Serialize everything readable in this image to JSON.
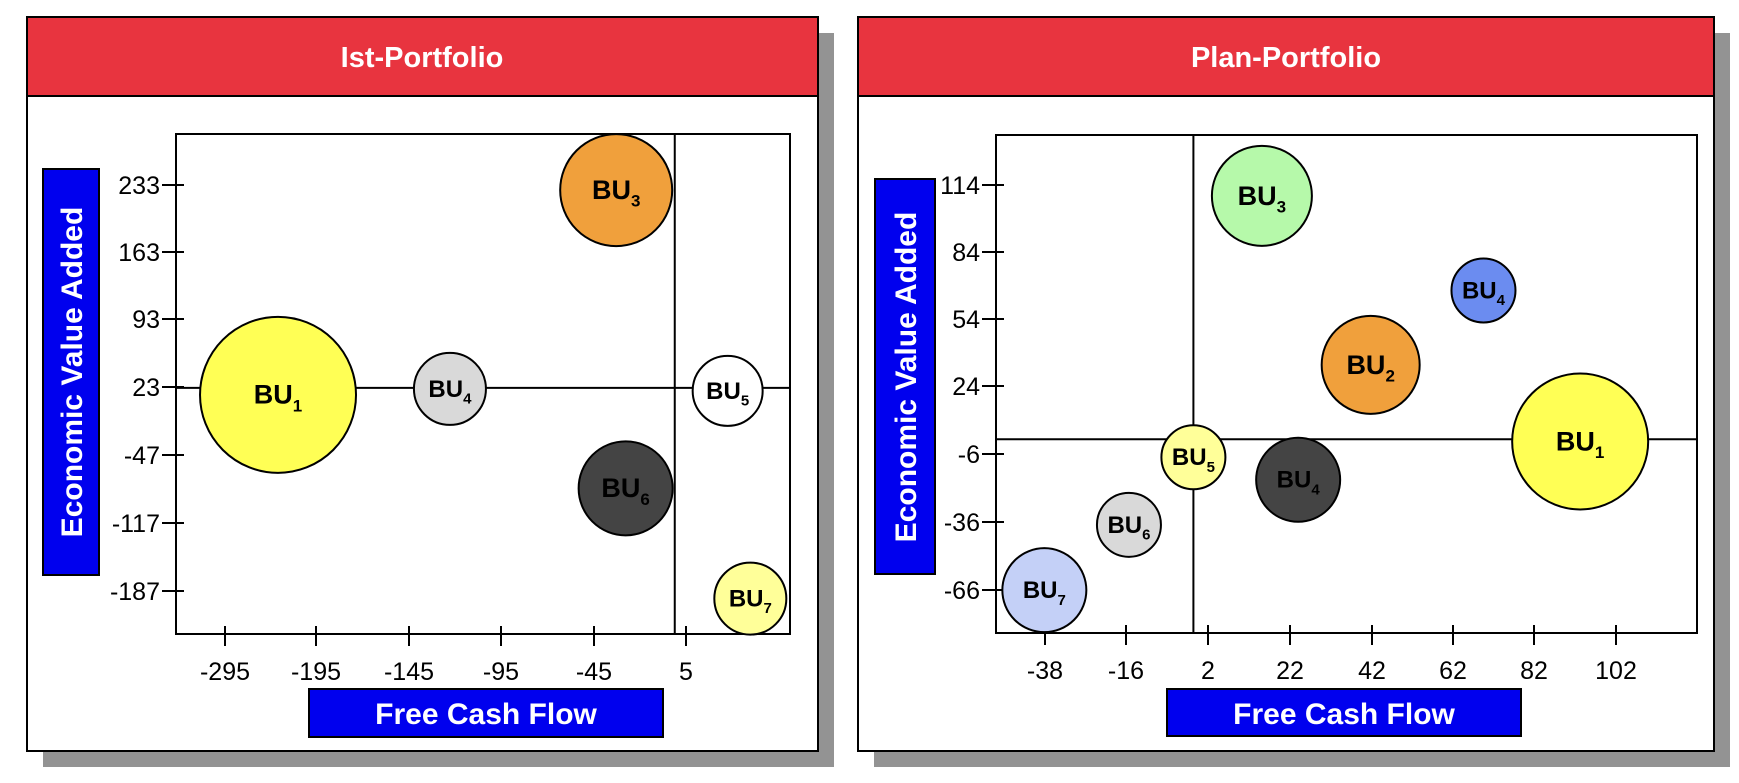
{
  "colors": {
    "header": "#e8343f",
    "axis_box": "#0000ee",
    "shadow": "#939393"
  },
  "chart_data": [
    {
      "type": "scatter",
      "subtype": "bubble",
      "title": "Ist-Portfolio",
      "xlabel": "Free Cash Flow",
      "ylabel": "Economic Value Added",
      "x_ticks": [
        "-295",
        "-195",
        "-145",
        "-95",
        "-45",
        "5"
      ],
      "y_ticks": [
        "233",
        "163",
        "93",
        "23",
        "-47",
        "-117",
        "-187"
      ],
      "xlim": [
        -265,
        60
      ],
      "ylim": [
        -230,
        278
      ],
      "reference_lines": {
        "x": -1,
        "y": 20
      },
      "grid": false,
      "points": [
        {
          "label": "BU",
          "sub": "1",
          "x": -211,
          "y": 13,
          "size": 78,
          "color": "#ffff55"
        },
        {
          "label": "BU",
          "sub": "4",
          "x": -120,
          "y": 19,
          "size": 36,
          "color": "#d9d9d9"
        },
        {
          "label": "BU",
          "sub": "3",
          "x": -32,
          "y": 221,
          "size": 56,
          "color": "#f0a03c"
        },
        {
          "label": "BU",
          "sub": "5",
          "x": 27,
          "y": 17,
          "size": 35,
          "color": "#ffffff"
        },
        {
          "label": "BU",
          "sub": "6",
          "x": -27,
          "y": -82,
          "size": 47,
          "color": "#444444"
        },
        {
          "label": "BU",
          "sub": "7",
          "x": 39,
          "y": -194,
          "size": 36,
          "color": "#ffff99"
        }
      ]
    },
    {
      "type": "scatter",
      "subtype": "bubble",
      "title": "Plan-Portfolio",
      "xlabel": "Free Cash Flow",
      "ylabel": "Economic Value Added",
      "x_ticks": [
        "-38",
        "-16",
        "2",
        "22",
        "42",
        "62",
        "82",
        "102"
      ],
      "y_ticks": [
        "114",
        "84",
        "54",
        "24",
        "-6",
        "-36",
        "-66"
      ],
      "xlim": [
        -51,
        123
      ],
      "ylim": [
        -85,
        136
      ],
      "reference_lines": {
        "x": -2,
        "y": 1
      },
      "grid": false,
      "points": [
        {
          "label": "BU",
          "sub": "3",
          "x": 15,
          "y": 109,
          "size": 50,
          "color": "#b6f9aa"
        },
        {
          "label": "BU",
          "sub": "4",
          "x": 70,
          "y": 67,
          "size": 32,
          "color": "#6b8cf0"
        },
        {
          "label": "BU",
          "sub": "2",
          "x": 42,
          "y": 34,
          "size": 49,
          "color": "#f0a03c"
        },
        {
          "label": "BU",
          "sub": "1",
          "x": 94,
          "y": 0,
          "size": 68,
          "color": "#ffff55"
        },
        {
          "label": "BU",
          "sub": "5",
          "x": -2,
          "y": -7,
          "size": 32,
          "color": "#ffff99"
        },
        {
          "label": "BU",
          "sub": "4",
          "x": 24,
          "y": -17,
          "size": 42,
          "color": "#444444"
        },
        {
          "label": "BU",
          "sub": "6",
          "x": -18,
          "y": -37,
          "size": 32,
          "color": "#d9d9d9"
        },
        {
          "label": "BU",
          "sub": "7",
          "x": -39,
          "y": -66,
          "size": 42,
          "color": "#c4d0f7"
        }
      ]
    }
  ]
}
